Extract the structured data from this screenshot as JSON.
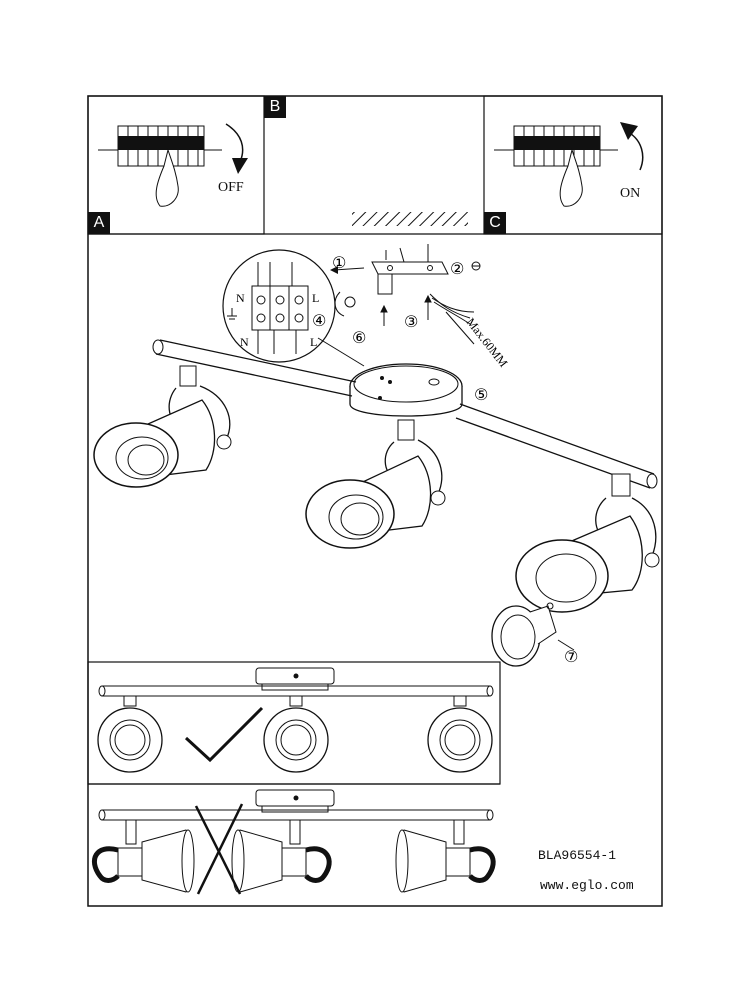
{
  "panels": {
    "a_label": "A",
    "b_label": "B",
    "c_label": "C",
    "off_text": "OFF",
    "on_text": "ON"
  },
  "wiring": {
    "n_top": "N",
    "l_top": "L",
    "n_bottom": "N",
    "l_bottom": "L",
    "max_depth": "Max.60MM"
  },
  "steps": [
    "①",
    "②",
    "③",
    "④",
    "⑤",
    "⑥",
    "⑦"
  ],
  "footer": {
    "model_code": "BLA96554-1",
    "website": "www.eglo.com"
  },
  "colors": {
    "line": "#111111",
    "background": "#ffffff"
  }
}
